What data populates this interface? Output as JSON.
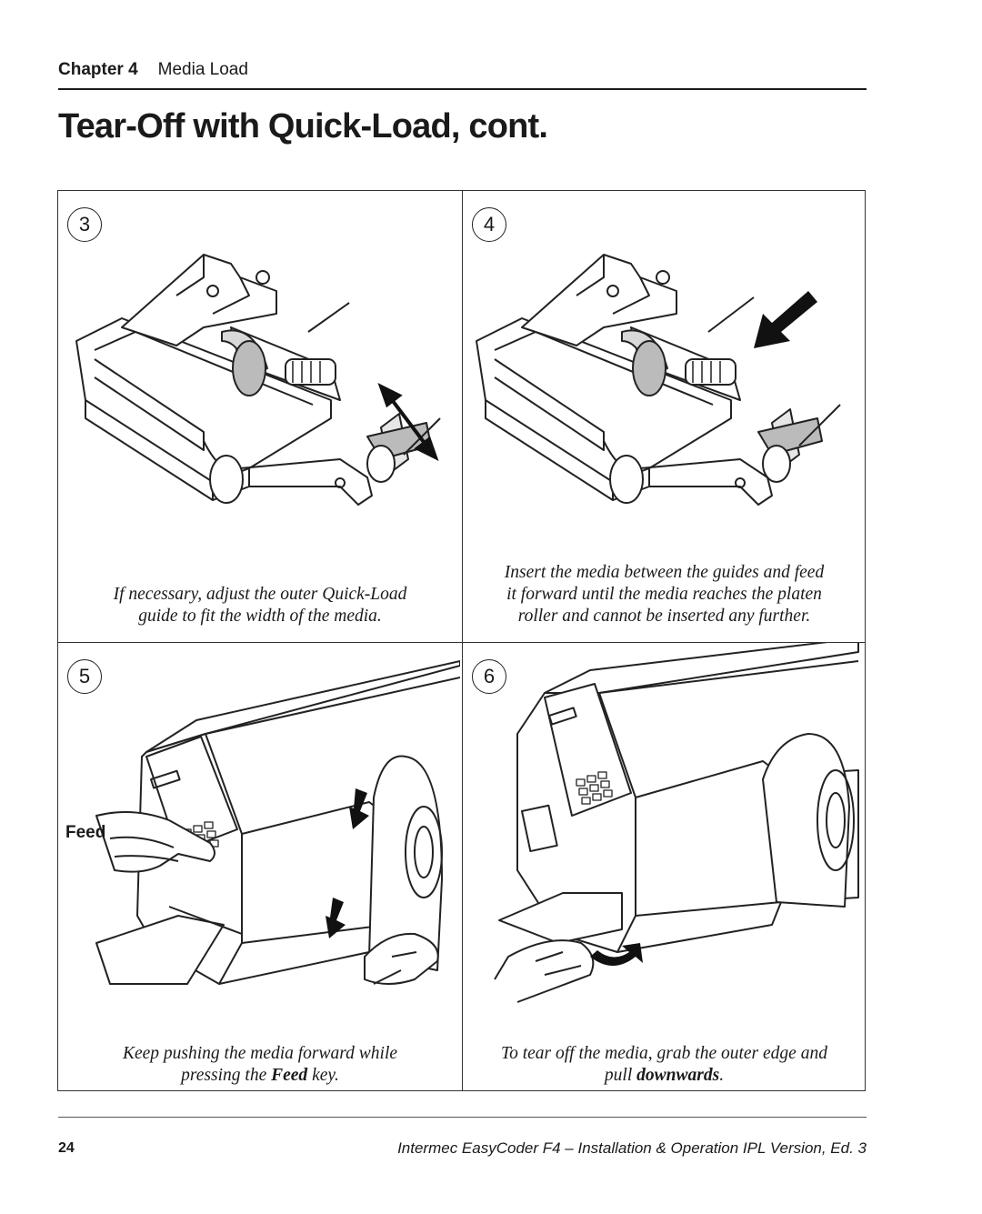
{
  "header": {
    "chapter": "Chapter 4",
    "section": "Media Load"
  },
  "title": "Tear-Off with Quick-Load, cont.",
  "steps": [
    {
      "number": "3",
      "caption_line1": "If necessary, adjust the outer Quick-Load",
      "caption_line2": "guide to fit the width of the media.",
      "illustration": "printer-mechanism-adjust-guide"
    },
    {
      "number": "4",
      "caption_line1": "Insert the media between the guides and feed",
      "caption_line2": "it forward until the media reaches the platen",
      "caption_line3": "roller and cannot be inserted any further.",
      "illustration": "printer-mechanism-insert-media"
    },
    {
      "number": "5",
      "feed_label": "Feed",
      "caption_line1": "Keep pushing the media forward while",
      "caption_line2_pre": "pressing the ",
      "caption_line2_bold": "Feed",
      "caption_line2_post": " key.",
      "illustration": "printer-front-press-feed"
    },
    {
      "number": "6",
      "caption_line1": "To tear off the media, grab the outer edge and",
      "caption_line2_pre": "pull ",
      "caption_line2_bold": "downwards",
      "caption_line2_post": ".",
      "illustration": "printer-front-tear-off"
    }
  ],
  "footer": {
    "page_number": "24",
    "text": "Intermec EasyCoder F4 – Installation & Operation  IPL Version, Ed. 3"
  }
}
